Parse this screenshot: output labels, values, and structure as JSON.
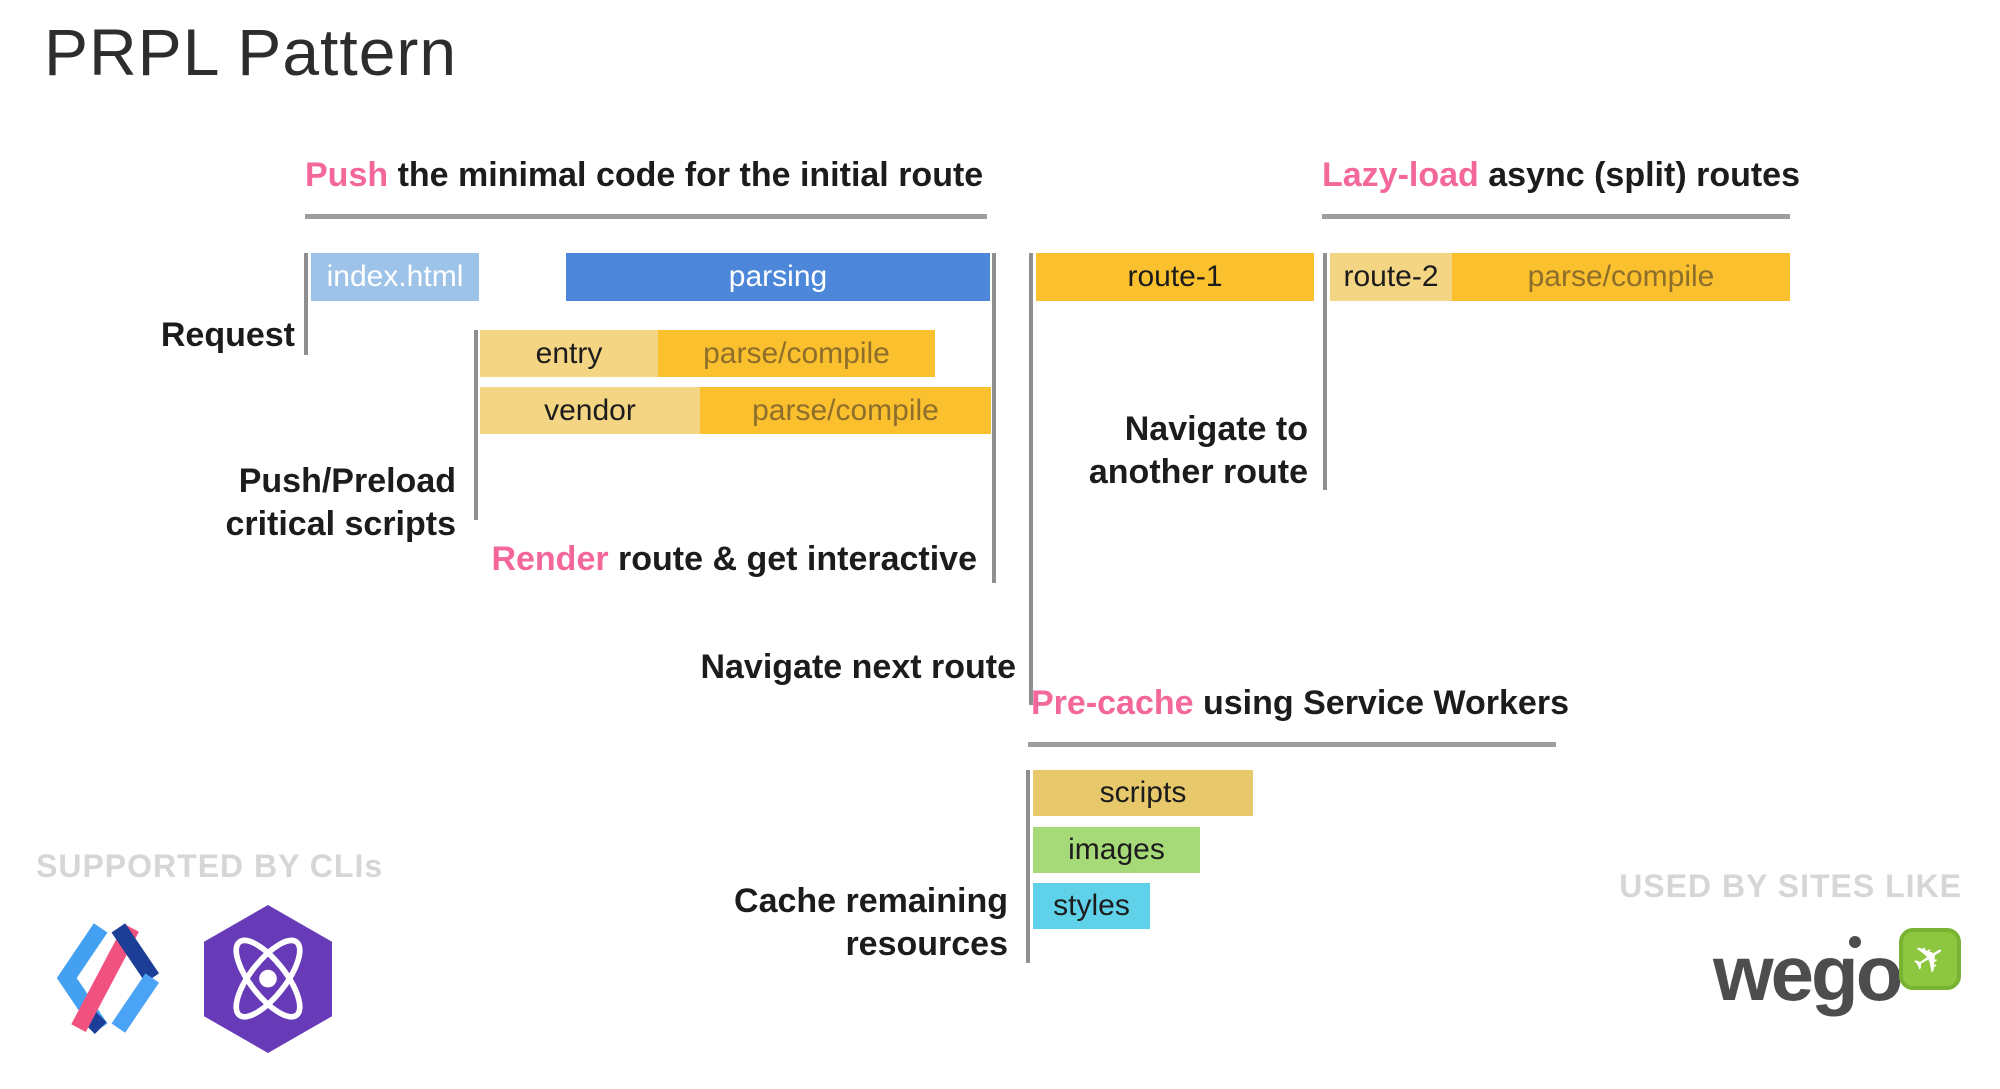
{
  "title": "PRPL Pattern",
  "sections": {
    "push": {
      "highlight": "Push",
      "rest": " the minimal code for the initial route"
    },
    "lazy": {
      "highlight": "Lazy-load",
      "rest": " async (split) routes"
    },
    "render": {
      "highlight": "Render",
      "rest": " route & get interactive"
    },
    "precache": {
      "highlight": "Pre-cache",
      "rest": " using Service Workers"
    }
  },
  "labels": {
    "request": "Request",
    "push_preload_line1": "Push/Preload",
    "push_preload_line2": "critical scripts",
    "navigate_next": "Navigate next route",
    "navigate_another_line1": "Navigate to",
    "navigate_another_line2": "another route",
    "cache_line1": "Cache remaining",
    "cache_line2": "resources"
  },
  "bars": {
    "index_html": "index.html",
    "parsing": "parsing",
    "route1": "route-1",
    "route2": "route-2",
    "parse_compile": "parse/compile",
    "entry": "entry",
    "vendor": "vendor",
    "scripts": "scripts",
    "images": "images",
    "styles": "styles"
  },
  "footer": {
    "supported": "SUPPORTED BY CLIs",
    "used": "USED BY SITES LIKE",
    "wego": "wego",
    "logos": [
      "polymer-logo",
      "preact-logo",
      "wego-logo"
    ]
  },
  "colors": {
    "accent_pink": "#f4679a",
    "bar_blue_light": "#9dc3e8",
    "bar_blue": "#4c87d9",
    "bar_orange": "#fbc02d",
    "bar_yellow_light": "#f4d583",
    "bar_tan": "#e7c96b",
    "bar_green": "#a6d977",
    "bar_cyan": "#5fd2ea",
    "line_gray": "#9e9e9e",
    "caption_gray": "#d6d6d6",
    "parse_compile_text": "#8d6e2b"
  }
}
